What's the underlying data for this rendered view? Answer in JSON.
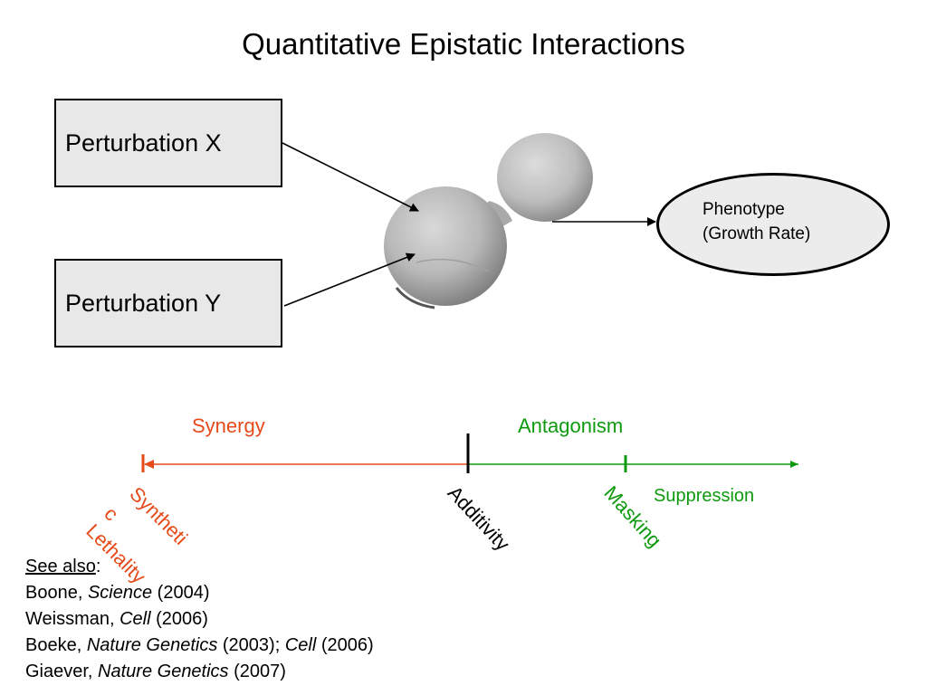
{
  "title": "Quantitative Epistatic Interactions",
  "inputs": {
    "x_label": "Perturbation X",
    "y_label": "Perturbation Y"
  },
  "output": {
    "line1": "Phenotype",
    "line2": "(Growth Rate)"
  },
  "scale": {
    "synergy_label": "Synergy",
    "antagonism_label": "Antagonism",
    "synthetic_lethality_lines": [
      "Syntheti",
      "c",
      "Lethality"
    ],
    "additivity_label": "Additivity",
    "masking_label": "Masking",
    "suppression_label": "Suppression"
  },
  "references": {
    "see_also": "See also",
    "colon": ":",
    "items": [
      {
        "author": "Boone, ",
        "journal": "Science",
        "year": " (2004)"
      },
      {
        "author": "Weissman, ",
        "journal": "Cell",
        "year": " (2006)"
      },
      {
        "author": "Boeke, ",
        "journal": "Nature Genetics",
        "year": " (2003); ",
        "journal2": "Cell",
        "year2": " (2006)"
      },
      {
        "author": "Giaever, ",
        "journal": "Nature Genetics",
        "year": " (2007)"
      }
    ]
  },
  "colors": {
    "synergy": "#e64a19",
    "antagonism": "#0e9a0e",
    "additivity": "#000000"
  }
}
